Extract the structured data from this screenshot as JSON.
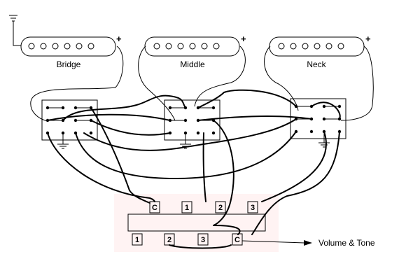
{
  "pickups": [
    {
      "label": "Bridge",
      "polarity": "+"
    },
    {
      "label": "Middle",
      "polarity": "+"
    },
    {
      "label": "Neck",
      "polarity": "+"
    }
  ],
  "selector": {
    "top_terminals": [
      "C",
      "1",
      "2",
      "3"
    ],
    "bottom_terminals": [
      "1",
      "2",
      "3",
      "C"
    ]
  },
  "output_label": "Volume & Tone",
  "colors": {
    "ink": "#000000",
    "selector_bg": "#fff3f3"
  }
}
